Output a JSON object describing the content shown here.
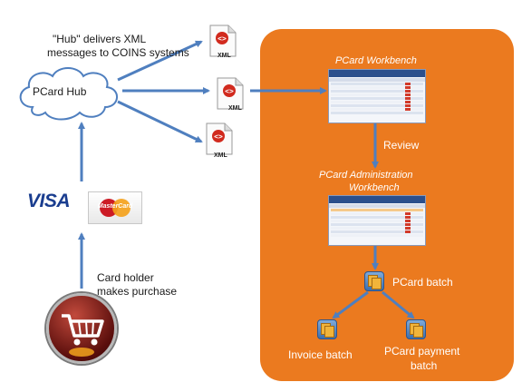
{
  "hub": {
    "label": "PCard Hub",
    "description_line1": "\"Hub\" delivers XML",
    "description_line2": "messages to COINS systems"
  },
  "xml_files": [
    {
      "label": "XML"
    },
    {
      "label": "XML"
    },
    {
      "label": "XML"
    }
  ],
  "payment": {
    "visa_label": "VISA",
    "mastercard_label": "MasterCard"
  },
  "cardholder": {
    "line1": "Card holder",
    "line2": "makes purchase"
  },
  "panel": {
    "workbench_title": "PCard Workbench",
    "review_label": "Review",
    "admin_title_line1": "PCard Administration",
    "admin_title_line2": "Workbench",
    "pcard_batch": "PCard batch",
    "invoice_batch": "Invoice batch",
    "payment_batch_line1": "PCard payment",
    "payment_batch_line2": "batch"
  },
  "colors": {
    "panel": "#eb7a1f",
    "arrow": "#4f7fbf",
    "arrow_white": "#5b86c4"
  }
}
